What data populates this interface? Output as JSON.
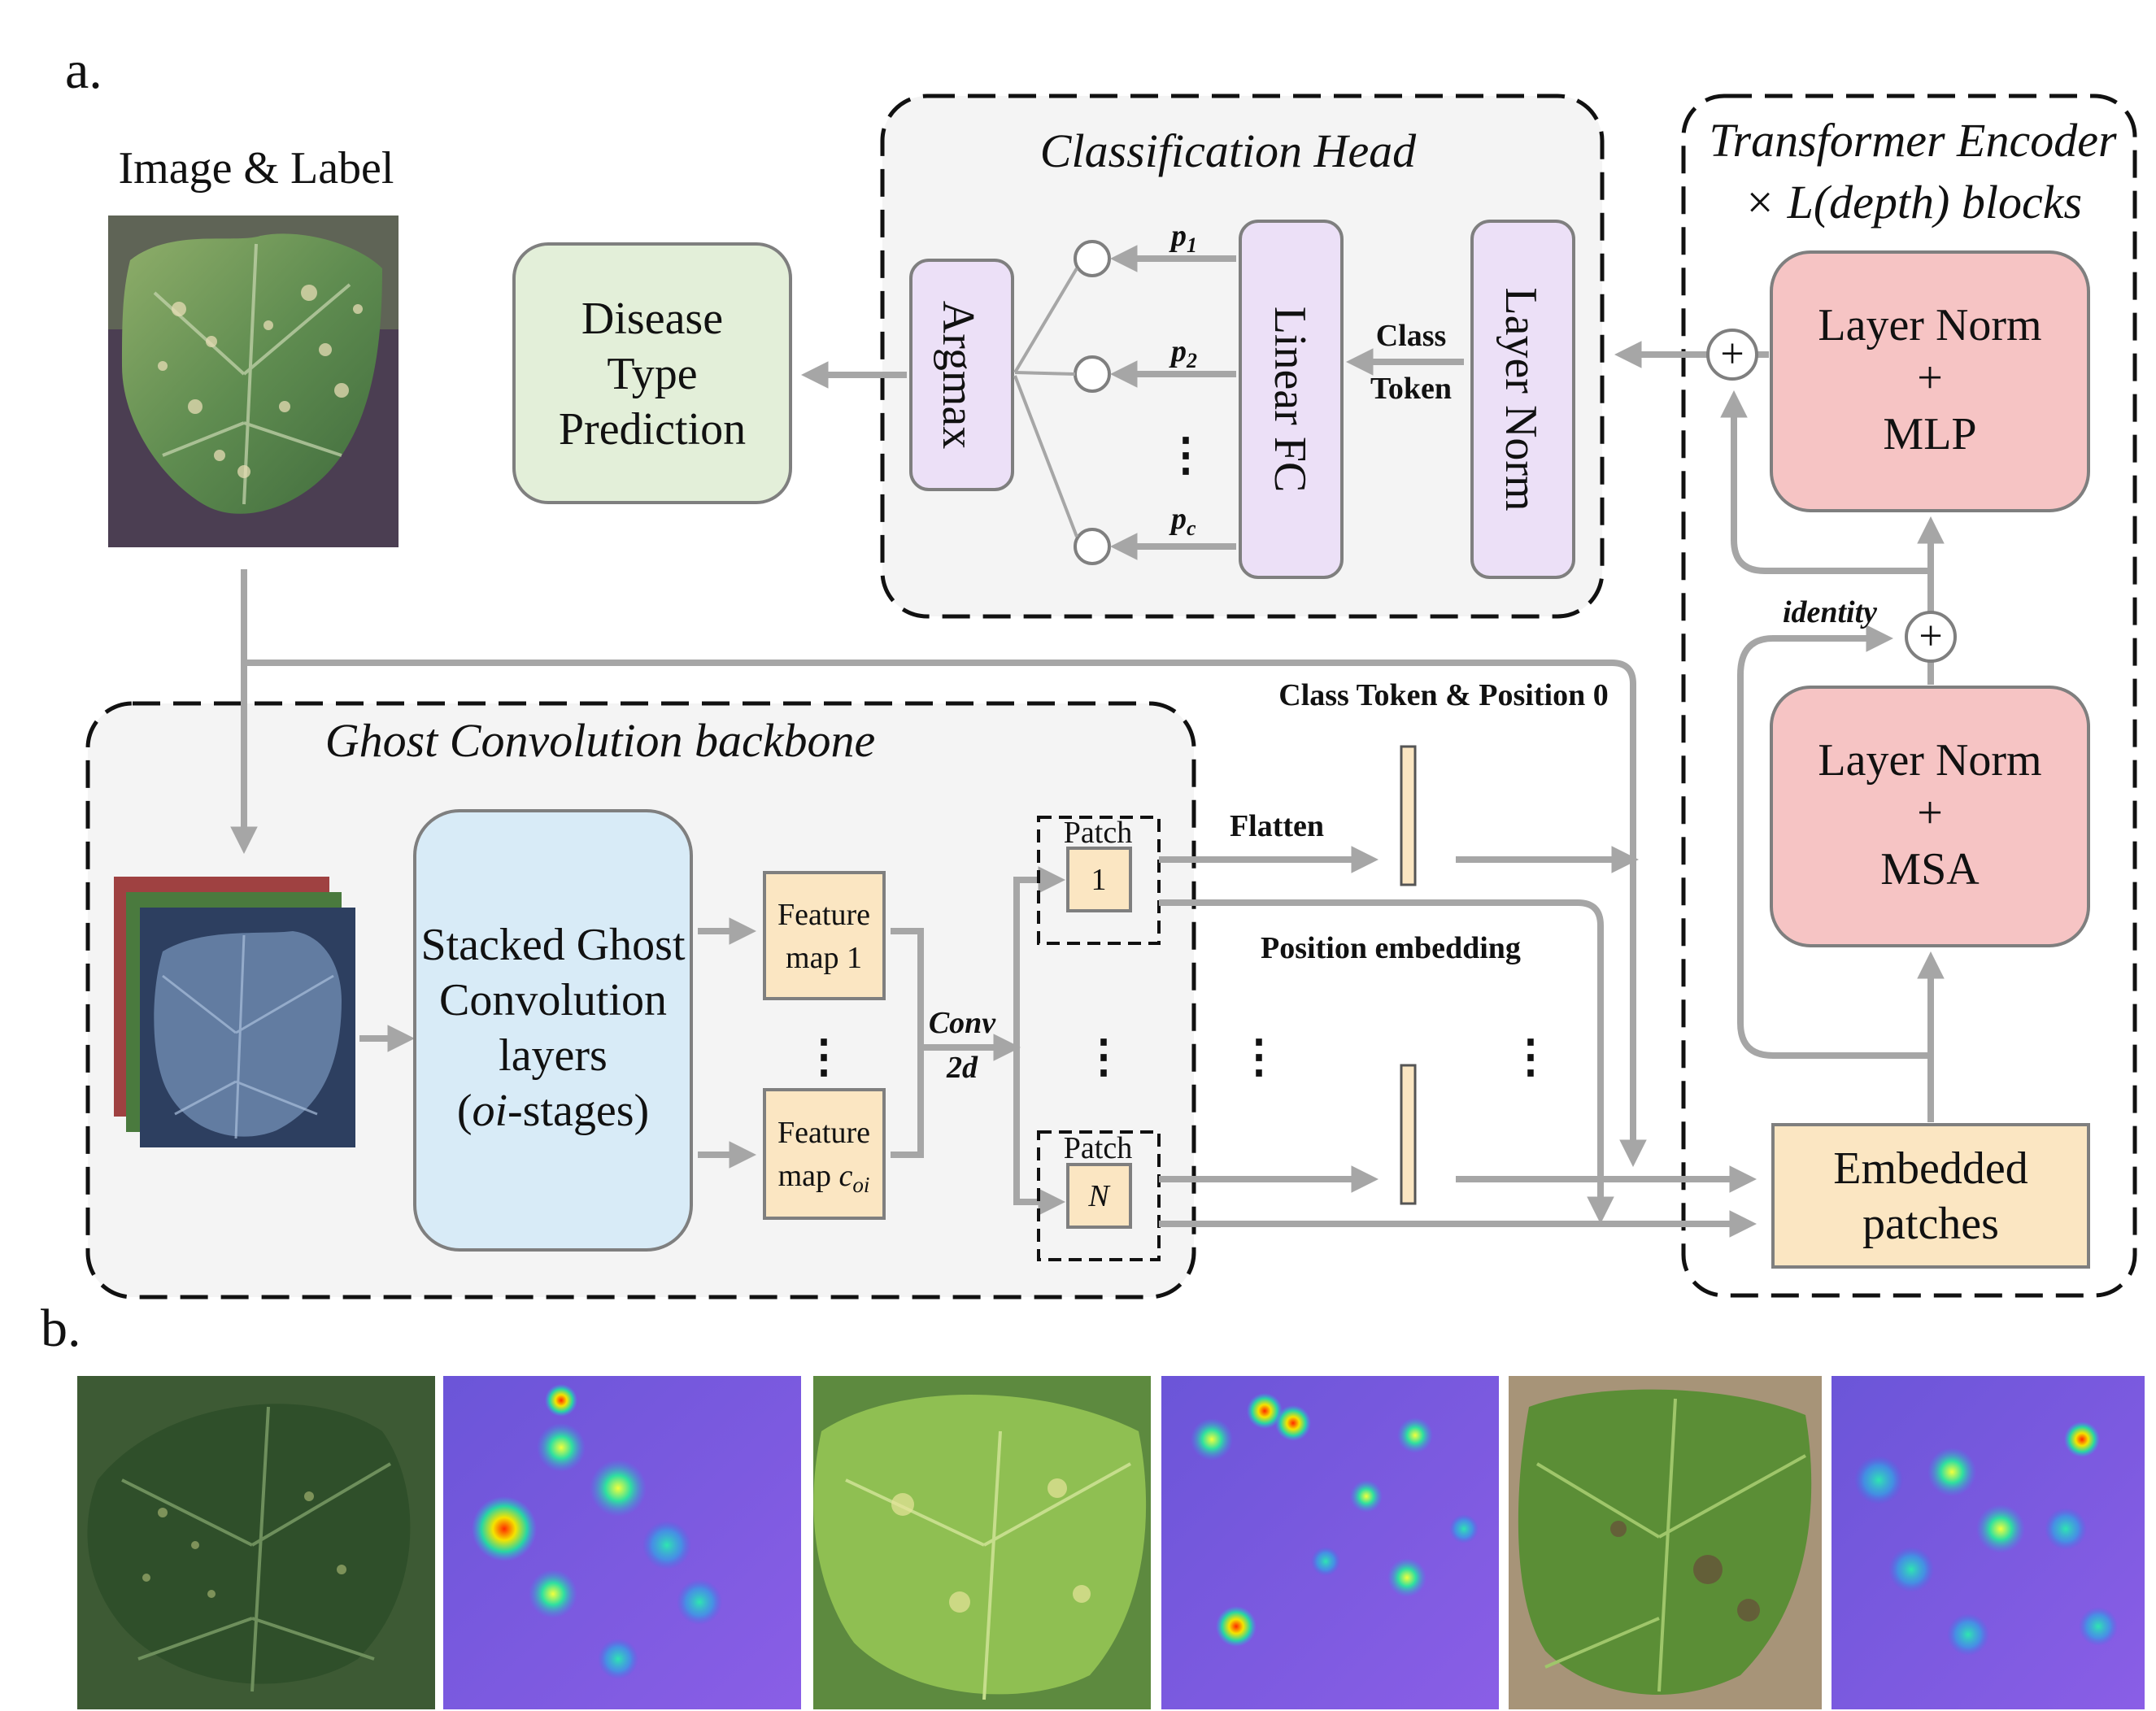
{
  "panel_a_label": "a.",
  "panel_b_label": "b.",
  "input": {
    "title": "Image & Label"
  },
  "classification_head": {
    "title": "Classification Head",
    "argmax": "Argmax",
    "linear_fc": "Linear FC",
    "layer_norm": "Layer Norm",
    "class_token_1": "Class",
    "class_token_2": "Token",
    "probs": [
      "p",
      "p",
      "p"
    ],
    "prob_subs": [
      "1",
      "2",
      "c"
    ],
    "ellipsis": "⋮"
  },
  "prediction": {
    "lines": [
      "Disease",
      "Type",
      "Prediction"
    ]
  },
  "transformer": {
    "title_1": "Transformer Encoder",
    "title_2": "× L(depth) blocks",
    "block_top": [
      "Layer Norm",
      "+",
      "MLP"
    ],
    "block_bottom": [
      "Layer Norm",
      "+",
      "MSA"
    ],
    "identity": "identity",
    "embedded": [
      "Embedded",
      "patches"
    ],
    "plus": "+"
  },
  "ghost": {
    "title": "Ghost Convolution backbone",
    "stacked": [
      "Stacked Ghost",
      "Convolution",
      "layers"
    ],
    "stacked_last_var": "oi",
    "stacked_last_rest": "-stages)",
    "stacked_last_open": "(",
    "fmap1": [
      "Feature",
      "map 1"
    ],
    "fmap2_line1": "Feature",
    "fmap2_line2_pre": "map ",
    "fmap2_var": "c",
    "fmap2_sub": "oi",
    "conv_1": "Conv",
    "conv_2": "2d",
    "patch_label": "Patch",
    "patch_1": "1",
    "patch_n": "N",
    "ellipsis": "⋮"
  },
  "labels": {
    "flatten": "Flatten",
    "class_pos": "Class Token & Position 0",
    "pos_embed": "Position embedding"
  },
  "colors": {
    "arrow": "#a6a6a6",
    "panel_bg": "#f4f4f4",
    "green": "#e3efd9",
    "lilac": "#ece0f7",
    "pink": "#f6c4c4",
    "yellow": "#fbe6c2",
    "blue": "#d8ebf7"
  }
}
